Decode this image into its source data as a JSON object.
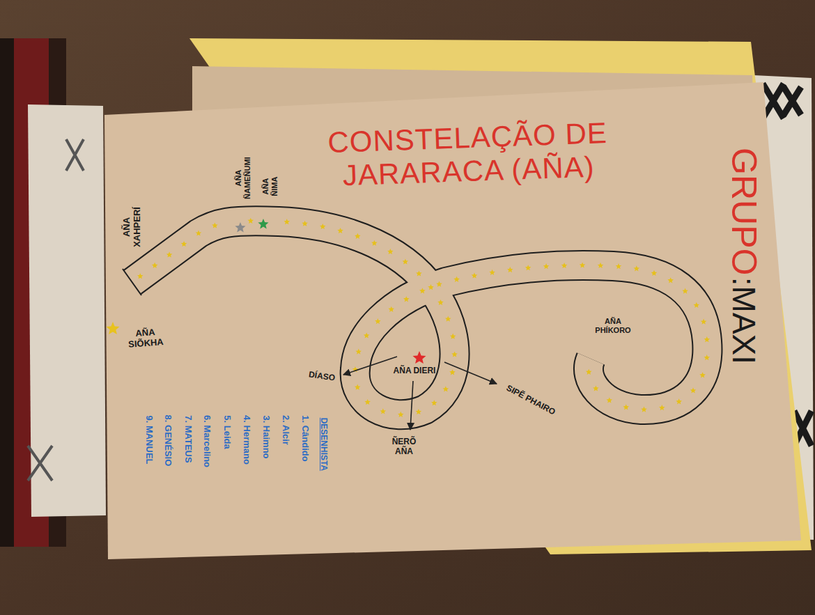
{
  "diagram": {
    "title": "CONSTELAÇÃO DE JARARACA (AÑA)",
    "labels": [
      "AÑA XAHPERÍ",
      "AÑA ÑAMEÑUMI",
      "AÑA ÑIMA",
      "AÑA SIÕKHA",
      "DÍASO",
      "AÑA DIERI",
      "SIPẼ PHAIRO",
      "ÑERÕ AÑA",
      "AÑA PHÍKORO",
      "GRUPO",
      ":MAXI",
      "DESENHISTA",
      "1. Cândido",
      "2. Alcir",
      "3. Haimno",
      "4. Hermano",
      "5. Leida",
      "6. Marcelino",
      "7. MATEUS",
      "8. GENÉSIO",
      "9. MANUEL"
    ]
  }
}
